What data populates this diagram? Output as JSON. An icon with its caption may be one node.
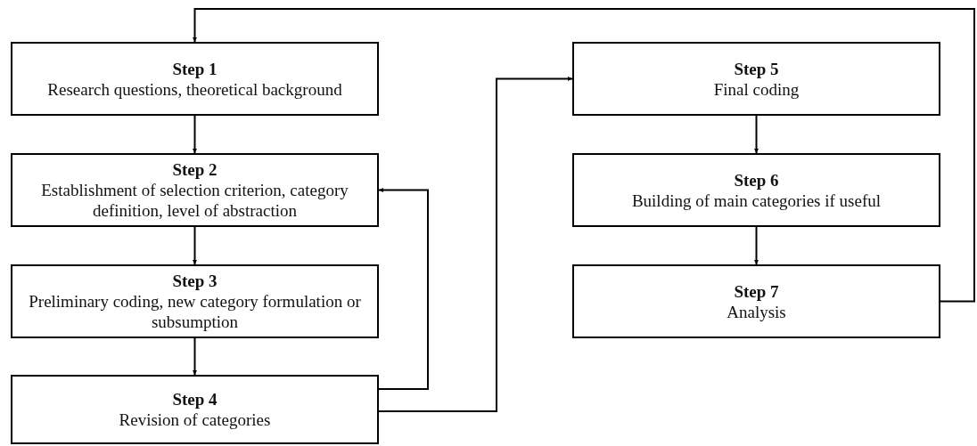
{
  "diagram": {
    "nodes": [
      {
        "text": [
          "Step 1",
          "Research questions, theoretical background"
        ]
      },
      {
        "text": [
          "Step 2",
          "Establishment of selection criterion, category definition, level of abstraction"
        ]
      },
      {
        "text": [
          "Step 3",
          "Preliminary coding, new category formulation or subsumption"
        ]
      },
      {
        "text": [
          "Step 4",
          "Revision of categories"
        ]
      },
      {
        "text": [
          "Step 5",
          "Final coding"
        ]
      },
      {
        "text": [
          "Step 6",
          "Building of main categories if useful"
        ]
      },
      {
        "text": [
          "Step 7",
          "Analysis"
        ]
      }
    ],
    "edges": [
      {
        "from": 0,
        "to": 1,
        "arrow": "to"
      },
      {
        "from": 1,
        "to": 2,
        "arrow": "to"
      },
      {
        "from": 2,
        "to": 3,
        "arrow": "to"
      },
      {
        "from": 3,
        "to": 1,
        "arrow": "to"
      },
      {
        "from": 3,
        "to": 4,
        "arrow": "to"
      },
      {
        "from": 4,
        "to": 5,
        "arrow": "to"
      },
      {
        "from": 5,
        "to": 6,
        "arrow": "to"
      },
      {
        "from": 6,
        "to": 0,
        "arrow": "to"
      }
    ]
  }
}
